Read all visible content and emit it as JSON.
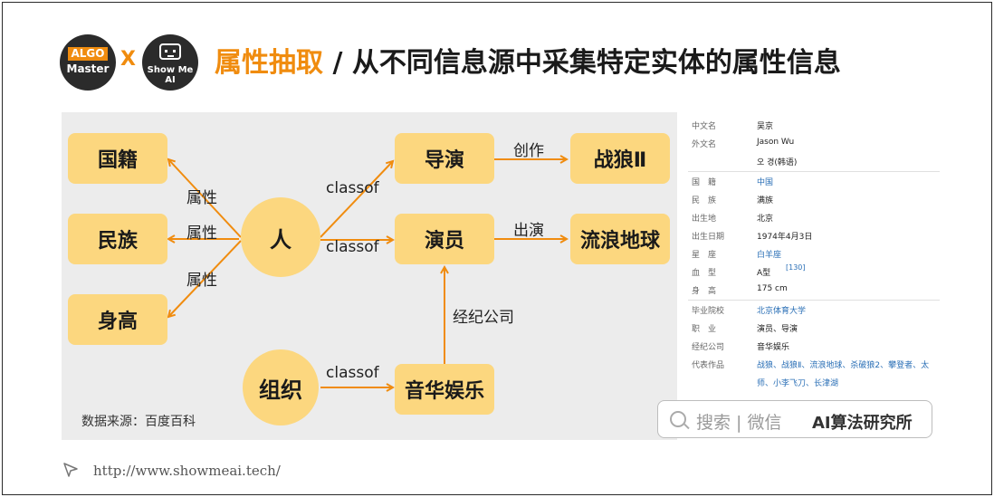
{
  "header": {
    "logo_algo_top": "ALGO",
    "logo_algo_bottom": "Master",
    "logo_sep": "X",
    "logo_showme": "Show Me AI",
    "title_highlight": "属性抽取",
    "title_rest": " / 从不同信息源中采集特定实体的属性信息"
  },
  "diagram": {
    "nodes": {
      "guoji": "国籍",
      "minzu": "民族",
      "shengao": "身高",
      "ren": "人",
      "zuzhi": "组织",
      "daoyan": "导演",
      "yanyuan": "演员",
      "yinhua": "音华娱乐",
      "zhanlang": "战狼Ⅱ",
      "liulang": "流浪地球"
    },
    "edges": {
      "attr1": "属性",
      "attr2": "属性",
      "attr3": "属性",
      "classof1": "classof",
      "classof2": "classof",
      "classof3": "classof",
      "chuangzuo": "创作",
      "chuyan": "出演",
      "jingji": "经纪公司"
    },
    "source_note": "数据来源：百度百科"
  },
  "baike": {
    "rows": [
      {
        "k": "中文名",
        "v": "吴京",
        "link": false
      },
      {
        "k": "外文名",
        "v": "Jason Wu",
        "link": false
      },
      {
        "k": "",
        "v": "오 경(韩语)",
        "link": false
      },
      {
        "k": "国　籍",
        "v": "中国",
        "link": true
      },
      {
        "k": "民　族",
        "v": "满族",
        "link": false
      },
      {
        "k": "出生地",
        "v": "北京",
        "link": false
      },
      {
        "k": "出生日期",
        "v": "1974年4月3日",
        "link": false
      },
      {
        "k": "星　座",
        "v": "白羊座",
        "link": true
      },
      {
        "k": "血　型",
        "v": "A型",
        "link": false,
        "sup": "[130]"
      },
      {
        "k": "身　高",
        "v": "175 cm",
        "link": false
      },
      {
        "k": "毕业院校",
        "v": "北京体育大学",
        "link": true
      },
      {
        "k": "职　业",
        "v": "演员、导演",
        "link": false
      },
      {
        "k": "经纪公司",
        "v": "音华娱乐",
        "link": false
      },
      {
        "k": "代表作品",
        "v": "战狼、战狼Ⅱ、流浪地球、杀破狼2、攀登者、太",
        "link": true
      },
      {
        "k": "",
        "v": "师、小李飞刀、长津湖",
        "link": true
      }
    ]
  },
  "search": {
    "text": "搜索 | 微信",
    "brand": "AI算法研究所"
  },
  "footer": {
    "url": "http://www.showmeai.tech/"
  },
  "colors": {
    "accent": "#f08c0f",
    "node_fill": "#fcd77f",
    "arrow": "#f08c0f",
    "panel_bg": "#ececec"
  }
}
